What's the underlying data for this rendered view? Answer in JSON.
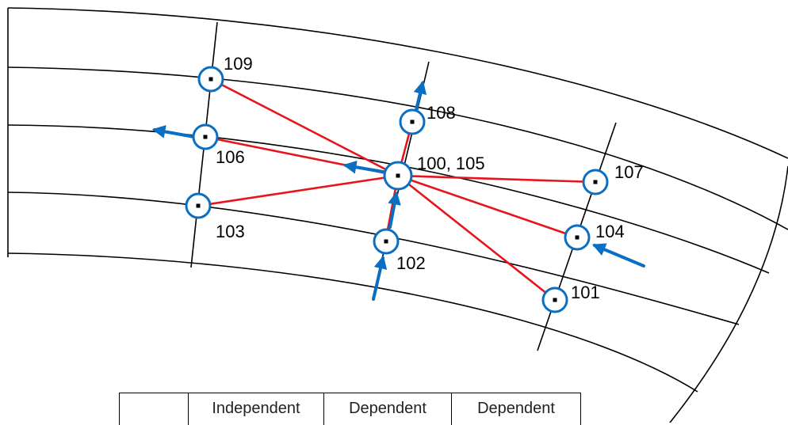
{
  "colors": {
    "grid": "#000000",
    "connector": "#e8141b",
    "node": "#0a6fc2",
    "arrow": "#0a6fc2"
  },
  "nodes": [
    {
      "id": "109",
      "label": "109"
    },
    {
      "id": "108",
      "label": "108"
    },
    {
      "id": "106",
      "label": "106"
    },
    {
      "id": "100",
      "label": "100, 105"
    },
    {
      "id": "107",
      "label": "107"
    },
    {
      "id": "103",
      "label": "103"
    },
    {
      "id": "104",
      "label": "104"
    },
    {
      "id": "102",
      "label": "102"
    },
    {
      "id": "101",
      "label": "101"
    }
  ],
  "table": {
    "cells": [
      "",
      "Independent",
      "Dependent",
      "Dependent"
    ]
  }
}
